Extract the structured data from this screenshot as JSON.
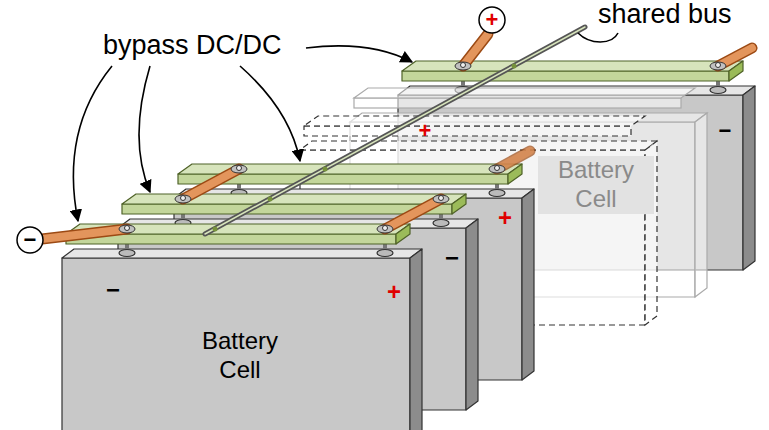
{
  "diagram": {
    "nodes": [
      {
        "text": [
          "Battery Cell"
        ]
      },
      {
        "text": [
          "Battery Cell"
        ]
      }
    ],
    "labels": [
      "shared bus",
      "+",
      "bypass DC/DC",
      "+",
      "−",
      "+",
      "−",
      "−",
      "−",
      "+"
    ]
  }
}
